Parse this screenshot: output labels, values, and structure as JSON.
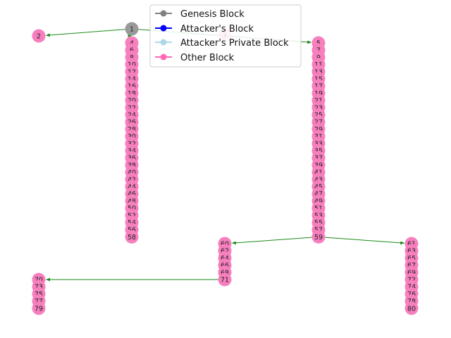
{
  "legend": [
    {
      "label": "Genesis Block",
      "color": "#808080"
    },
    {
      "label": "Attacker's Block",
      "color": "#0000ff"
    },
    {
      "label": "Attacker's Private Block",
      "color": "#add8e6"
    },
    {
      "label": "Other Block",
      "color": "#ff69b4"
    }
  ],
  "node_colors": {
    "genesis": "#999999",
    "other": "#f77fbe",
    "edge": "#1a8a1a"
  },
  "blocks": {
    "genesis": "1",
    "single": "2",
    "hidden": "3",
    "chain_a": [
      "4",
      "6",
      "8",
      "10",
      "12",
      "14",
      "16",
      "18",
      "20",
      "22",
      "24",
      "26",
      "28",
      "30",
      "32",
      "34",
      "36",
      "38",
      "40",
      "42",
      "44",
      "46",
      "48",
      "50",
      "52",
      "54",
      "56",
      "58"
    ],
    "chain_b": [
      "5",
      "7",
      "9",
      "11",
      "13",
      "15",
      "17",
      "19",
      "21",
      "23",
      "25",
      "27",
      "29",
      "31",
      "33",
      "35",
      "37",
      "39",
      "41",
      "43",
      "45",
      "47",
      "49",
      "51",
      "53",
      "55",
      "57",
      "59"
    ],
    "chain_c": [
      "60",
      "62",
      "64",
      "66",
      "68",
      "71"
    ],
    "chain_d": [
      "61",
      "63",
      "65",
      "67",
      "69",
      "72",
      "74",
      "76",
      "78",
      "80"
    ],
    "chain_e": [
      "70",
      "73",
      "75",
      "77",
      "79"
    ]
  }
}
